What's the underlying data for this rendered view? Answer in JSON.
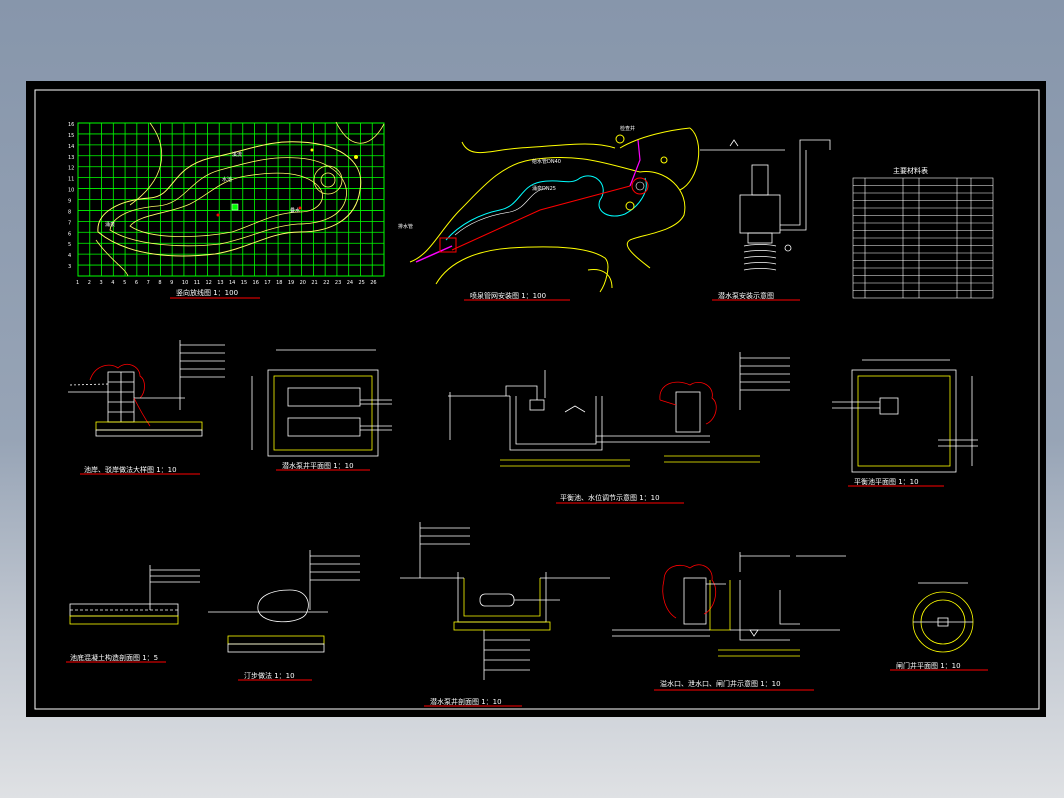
{
  "colors": {
    "outer_bg": "#8796ab",
    "paper": "#000000",
    "line_white": "#ffffff",
    "line_yellow": "#ffff00",
    "line_red": "#ff0000",
    "line_green": "#00ff00",
    "line_cyan": "#00ffff",
    "line_magenta": "#ff00ff"
  },
  "grid_axis": {
    "y_ticks": [
      "16",
      "15",
      "14",
      "13",
      "12",
      "11",
      "10",
      "9",
      "8",
      "7",
      "6",
      "5",
      "4",
      "3"
    ],
    "x_ticks": [
      "1",
      "2",
      "3",
      "4",
      "5",
      "6",
      "7",
      "8",
      "9",
      "10",
      "11",
      "12",
      "13",
      "14",
      "15",
      "16",
      "17",
      "18",
      "19",
      "20",
      "21",
      "22",
      "23",
      "24",
      "25",
      "26"
    ]
  },
  "drawings": {
    "grid_plan": {
      "caption": "竖向放线图  1：100",
      "labels": [
        "水池",
        "溪流",
        "涌泉",
        "叠水"
      ]
    },
    "pipe_plan": {
      "caption": "喷泉管网安装图  1：100",
      "labels": [
        "给水管DN40",
        "涌泉DN25",
        "排水管",
        "检查井"
      ]
    },
    "pump_detail": {
      "caption": "潜水泵安装示意图"
    },
    "edge_section": {
      "caption": "池岸、驳岸做法大样图  1：10"
    },
    "pit_plan": {
      "caption": "潜水泵井平面图  1：10"
    },
    "pool_section": {
      "caption": "平衡池、水位调节示意图  1：10"
    },
    "balance_plan": {
      "caption": "平衡池平面图  1：10"
    },
    "bottom_section": {
      "caption": "池底混凝土构造剖面图  1：5"
    },
    "stepping_stone": {
      "caption": "汀步做法  1：10"
    },
    "pit_section": {
      "caption": "潜水泵井剖面图  1：10"
    },
    "outlet_detail": {
      "caption": "溢水口、泄水口、闸门井示意图  1：10"
    },
    "valve_pit": {
      "caption": "闸门井平面图  1：10"
    }
  },
  "materials_table": {
    "title": "主要材料表",
    "rows": 15
  }
}
